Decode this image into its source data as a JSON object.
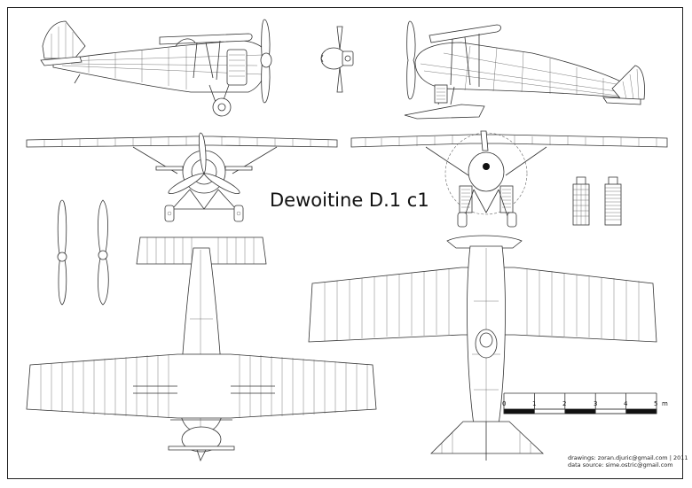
{
  "title": "Dewoitine D.1 c1",
  "credits": {
    "drawings": "drawings: zoran.djuric@gmail.com  | 2011",
    "data_source": "data source: sime.ostric@gmail.com"
  },
  "scale": {
    "ticks": [
      "0",
      "1",
      "2",
      "3",
      "4",
      "5"
    ],
    "unit": "m"
  }
}
